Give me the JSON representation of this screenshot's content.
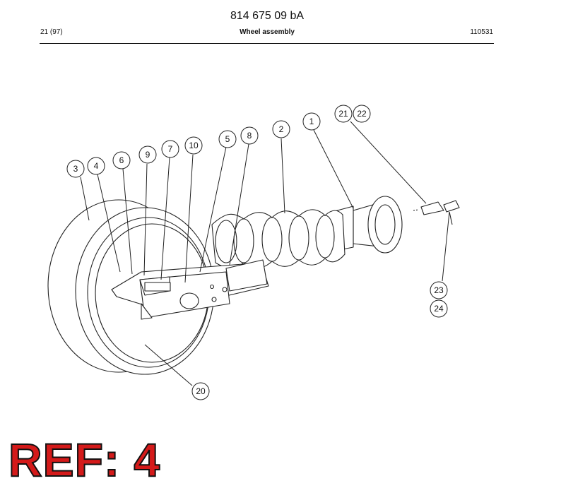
{
  "header": {
    "doc_number": "814 675 09 bA",
    "page_ref": "21 (97)",
    "title": "Wheel assembly",
    "date_code": "110531"
  },
  "callouts": [
    "1",
    "2",
    "3",
    "4",
    "5",
    "6",
    "7",
    "8",
    "9",
    "10",
    "20",
    "21",
    "22",
    "23",
    "24"
  ],
  "ref_label": "REF: 4"
}
